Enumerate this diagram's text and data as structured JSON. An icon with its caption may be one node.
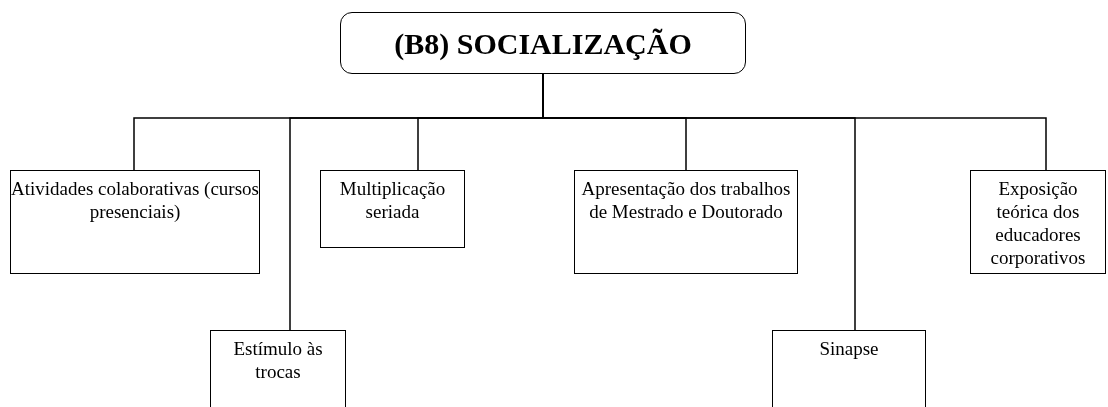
{
  "diagram": {
    "nodes": [
      {
        "text": [
          "(B8) SOCIALIZAÇÃO"
        ]
      },
      {
        "text": [
          "Atividades colaborativas (cursos presenciais)"
        ]
      },
      {
        "text": [
          "Estímulo às trocas"
        ]
      },
      {
        "text": [
          "Multiplicação seriada"
        ]
      },
      {
        "text": [
          "Apresentação dos trabalhos de Mestrado e Doutorado"
        ]
      },
      {
        "text": [
          "Sinapse"
        ]
      },
      {
        "text": [
          "Exposição teórica dos educadores corporativos"
        ]
      }
    ],
    "edges": [
      {
        "from": 0,
        "to": 1,
        "arrow": "none"
      },
      {
        "from": 0,
        "to": 2,
        "arrow": "none"
      },
      {
        "from": 0,
        "to": 3,
        "arrow": "none"
      },
      {
        "from": 0,
        "to": 4,
        "arrow": "none"
      },
      {
        "from": 0,
        "to": 5,
        "arrow": "none"
      },
      {
        "from": 0,
        "to": 6,
        "arrow": "none"
      }
    ]
  }
}
